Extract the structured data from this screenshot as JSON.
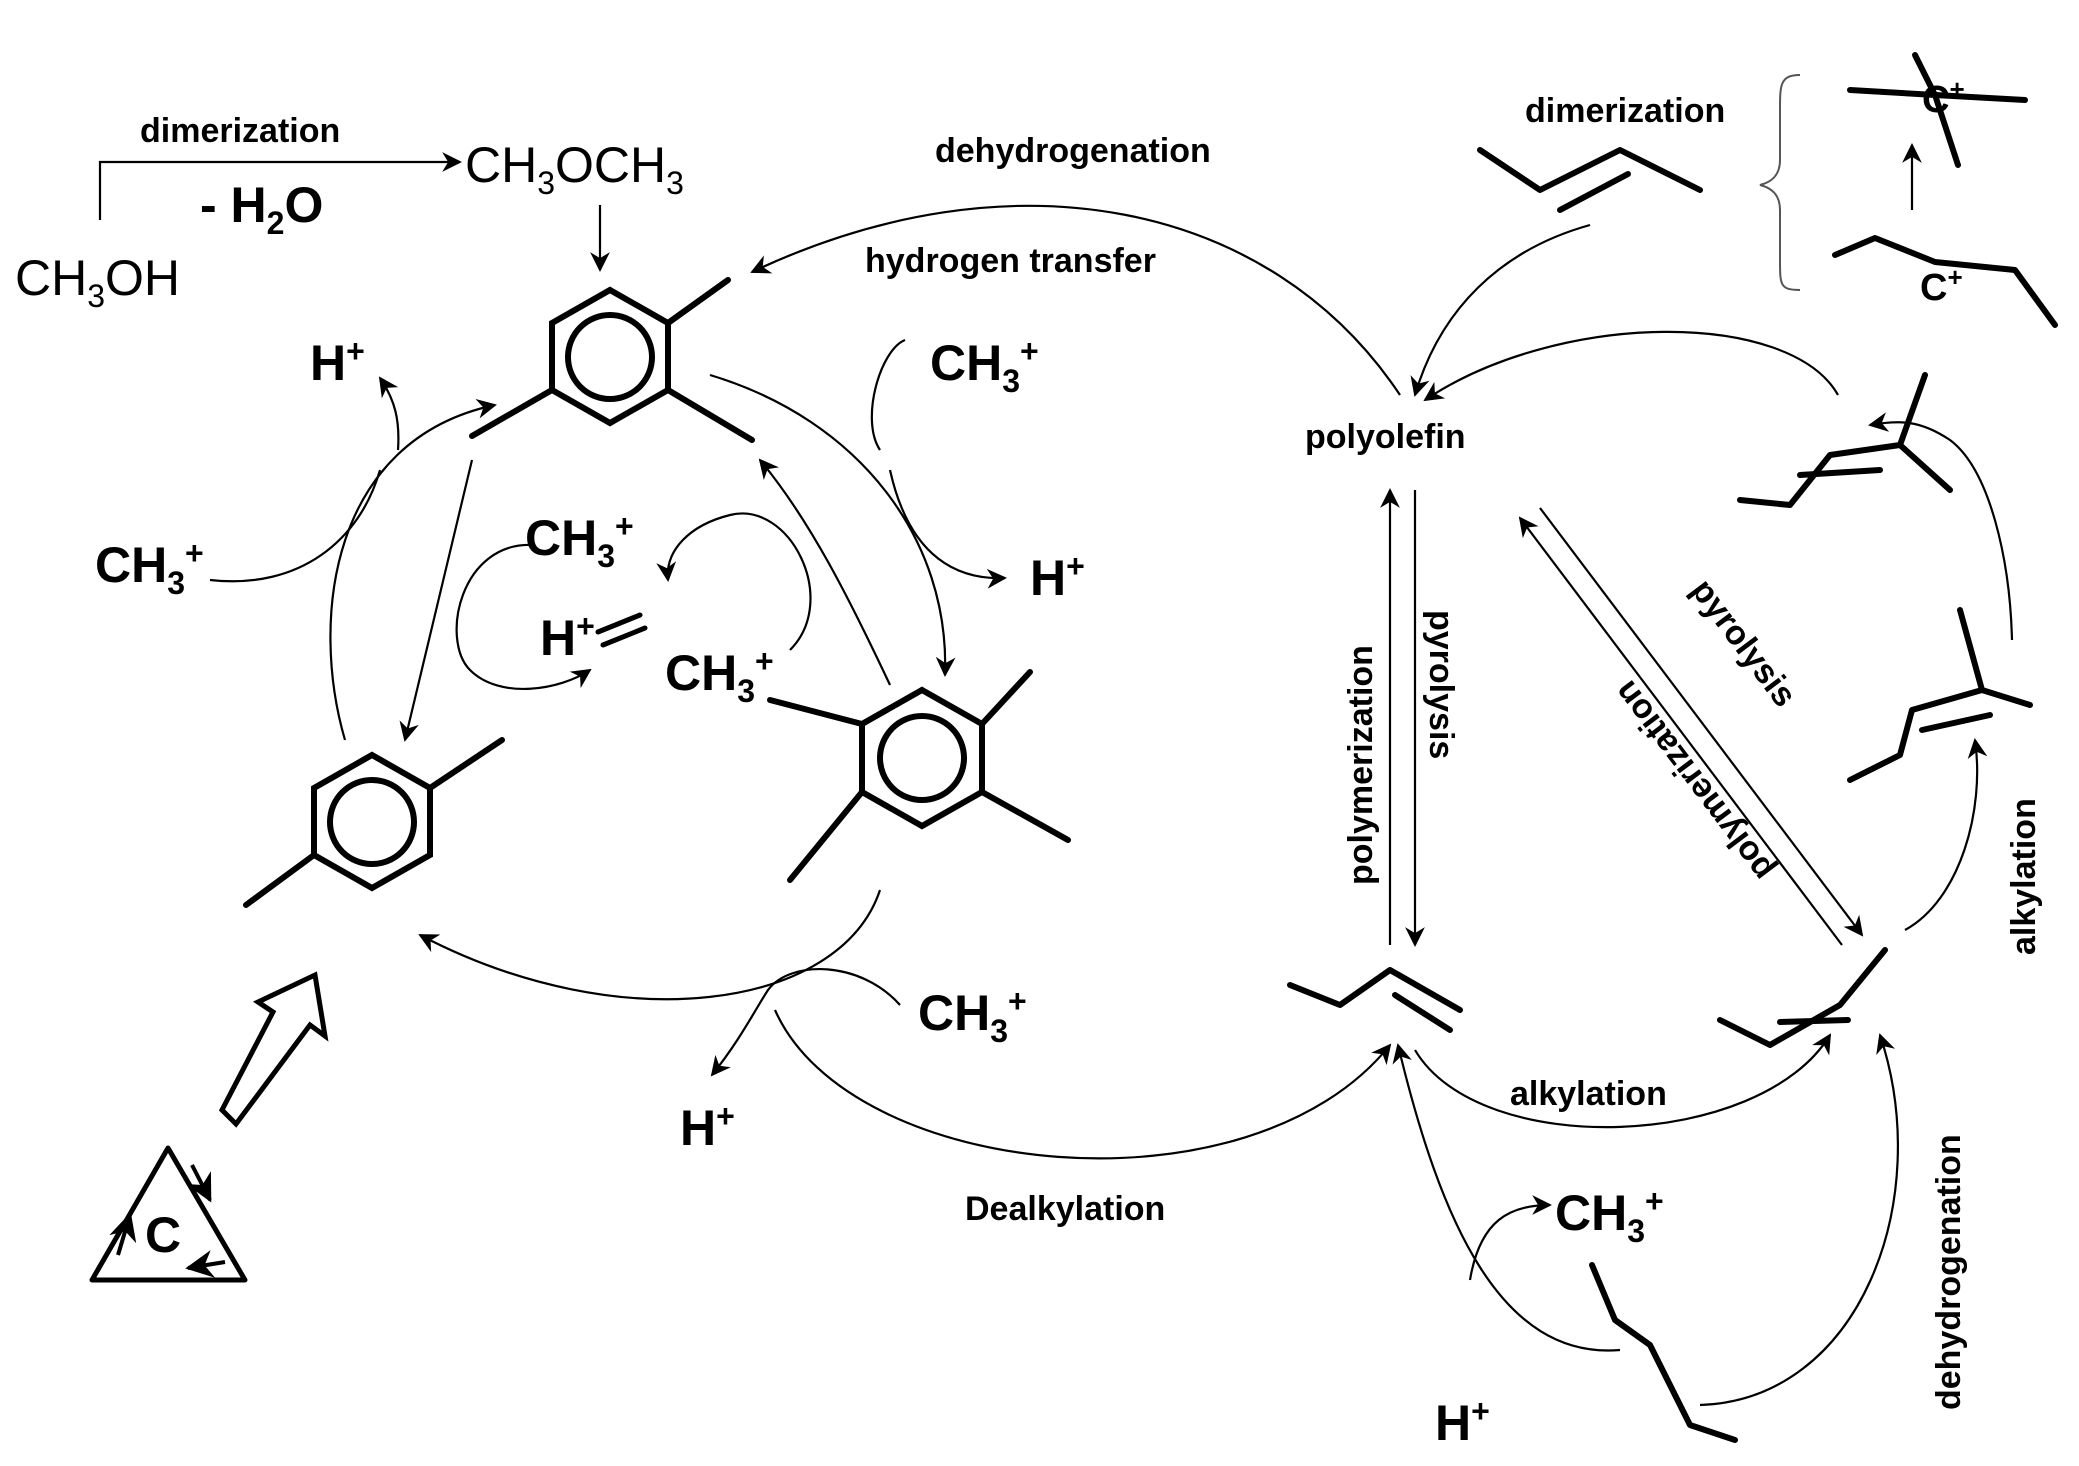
{
  "labels": {
    "dimerization_left": "dimerization",
    "minus_water": "- H",
    "minus_water_sub": "2",
    "minus_water_tail": "O",
    "methanol": "CH",
    "methanol_sub": "3",
    "methanol_tail": "OH",
    "dme": "CH",
    "dme_sub1": "3",
    "dme_mid": "OCH",
    "dme_sub2": "3",
    "dehydrogenation_top": "dehydrogenation",
    "hydrogen_transfer": "hydrogen transfer",
    "dimerization_right": "dimerization",
    "polyolefin": "polyolefin",
    "polymerization_vertical": "polymerization",
    "pyrolysis_vertical": "pyrolysis",
    "pyrolysis_diag": "pyrolysis",
    "polymerization_diag": "polymerization",
    "alkylation_right": "alkylation",
    "alkylation_bottom": "alkylation",
    "dealkylation": "Dealkylation",
    "dehydrogenation_right": "dehydrogenation",
    "hplus": "H",
    "plus": "+",
    "ch3": "CH",
    "ch3_sub": "3",
    "carbon": "C",
    "cplus": "C"
  }
}
